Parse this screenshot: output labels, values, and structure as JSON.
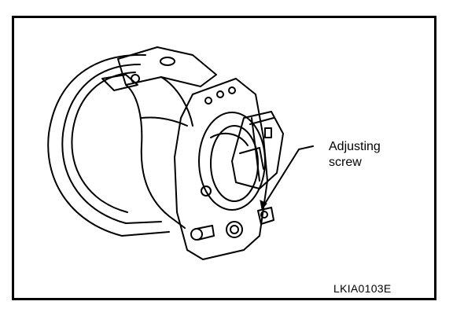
{
  "callout": {
    "line1": "Adjusting",
    "line2": "screw"
  },
  "figure_code": "LKIA0103E",
  "colors": {
    "line": "#000000",
    "background": "#ffffff"
  },
  "icons": {
    "component": "fog-lamp-assembly-icon",
    "leader": "leader-arrow-icon"
  }
}
